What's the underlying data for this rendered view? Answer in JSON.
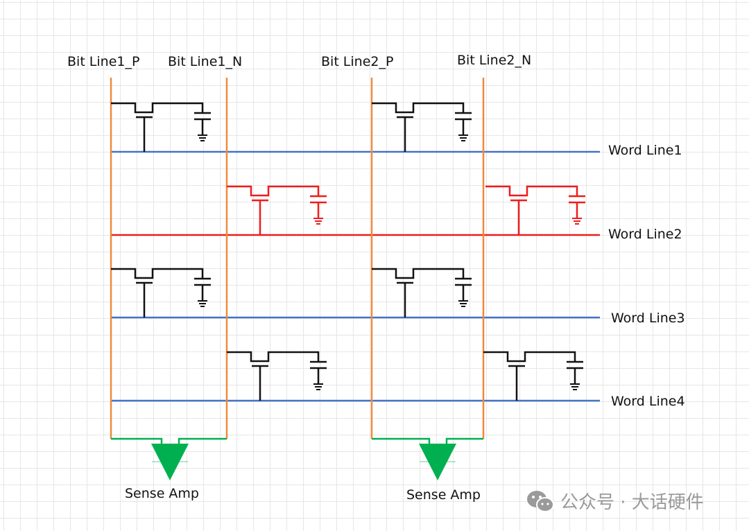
{
  "colors": {
    "bit_line": "#f08a3c",
    "word_line": "#4472c4",
    "selected": "#ee1c1c",
    "cell": "#111111",
    "sense_amp": "#00b050"
  },
  "bit_lines": [
    {
      "label": "Bit Line1_P"
    },
    {
      "label": "Bit Line1_N"
    },
    {
      "label": "Bit Line2_P"
    },
    {
      "label": "Bit Line2_N"
    }
  ],
  "word_lines": [
    {
      "label": "Word Line1",
      "selected": false
    },
    {
      "label": "Word Line2",
      "selected": true
    },
    {
      "label": "Word Line3",
      "selected": false
    },
    {
      "label": "Word Line4",
      "selected": false
    }
  ],
  "sense_amps": [
    {
      "label": "Sense Amp"
    },
    {
      "label": "Sense Amp"
    }
  ],
  "watermark": {
    "icon": "wechat-icon",
    "text": "公众号 · 大话硬件"
  }
}
